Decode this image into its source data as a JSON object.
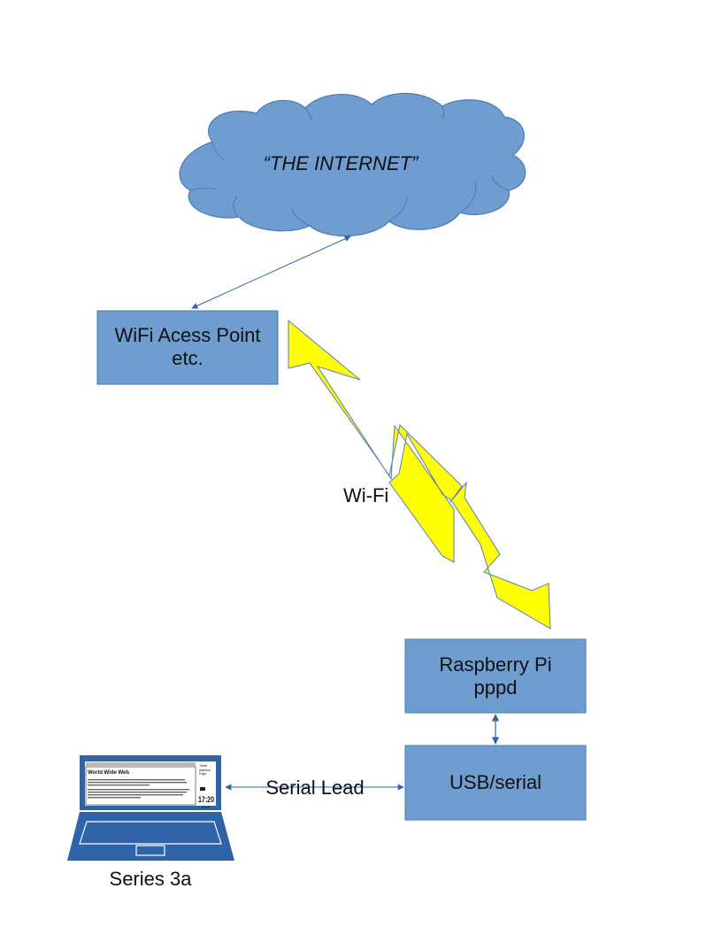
{
  "colors": {
    "box_fill": "#6f9dd0",
    "box_stroke": "#4a7ab8",
    "arrow": "#2f64a8",
    "bolt_fill": "#ffff00",
    "bolt_stroke": "#5a7fb8",
    "laptop": "#2f64a8"
  },
  "cloud": {
    "label": "“THE INTERNET”"
  },
  "nodes": {
    "wifi_ap": {
      "line1": "WiFi Acess Point",
      "line2": "etc."
    },
    "raspberry_pi": {
      "line1": "Raspberry Pi",
      "line2": "pppd"
    },
    "usb_serial": {
      "label": "USB/serial"
    }
  },
  "links": {
    "wifi": {
      "label": "Wi-Fi"
    },
    "serial": {
      "label": "Serial Lead"
    }
  },
  "laptop": {
    "label": "Series 3a",
    "screen": {
      "heading": "World Wide Web",
      "side_top": "Web",
      "side_address": "Address",
      "side_page": "Page",
      "clock": "17:20",
      "day": "Thu 6"
    }
  }
}
